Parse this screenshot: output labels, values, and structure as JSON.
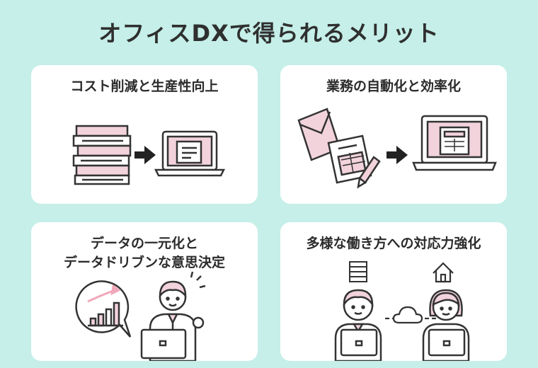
{
  "title": "オフィスDXで得られるメリット",
  "cards": [
    {
      "title": "コスト削減と生産性向上"
    },
    {
      "title": "業務の自動化と効率化"
    },
    {
      "title_line1": "データの一元化と",
      "title_line2": "データドリブンな意思決定"
    },
    {
      "title": "多様な働き方への対応力強化"
    }
  ],
  "colors": {
    "background": "#c5efe8",
    "card": "#ffffff",
    "accent_pink": "#f2d3dc",
    "line": "#333333"
  }
}
